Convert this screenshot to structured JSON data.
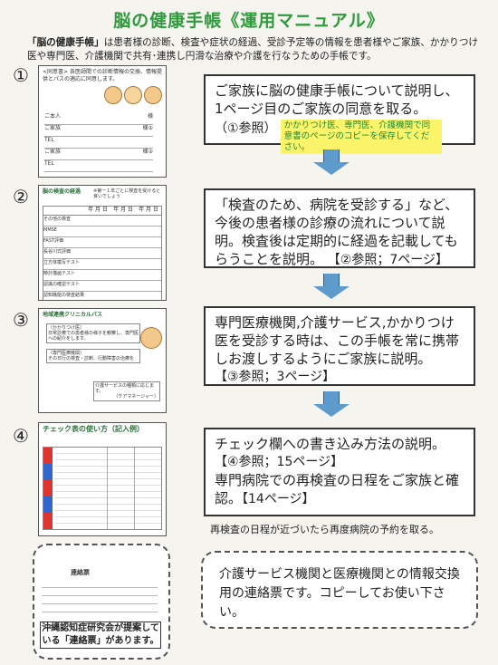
{
  "title": "脳の健康手帳《運用マニュアル》",
  "intro": {
    "lead": "「脳の健康手帳」",
    "body": "は患者様の診断、検査や症状の経過、受診予定等の情報を患者様やご家族、かかりつけ医や専門医、介護機関で共有･連携し円滑な治療や介護を行なうための手帳です。"
  },
  "steps": [
    {
      "number": "①",
      "text": "ご家族に脳の健康手帳について説明し、1ページ目のご家族の同意を取る。",
      "ref": "（①参照）",
      "note": "かかりつけ医、専門医、介護機関で同意書のページのコピーを保存してください。",
      "thumb": {
        "header": "<同意書> 各医師間での診断情報の交換、情報提供とパスの適応に同意します。",
        "rows": [
          {
            "label": "ご本人",
            "suffix": "様"
          },
          {
            "label": "ご家族",
            "suffix": "様①"
          },
          {
            "label": "TEL",
            "suffix": ""
          },
          {
            "label": "ご家族",
            "suffix": "様②"
          },
          {
            "label": "TEL",
            "suffix": ""
          }
        ]
      }
    },
    {
      "number": "②",
      "text": "「検査のため、病院を受診する」など、今後の患者様の診療の流れについて説明。検査後は定期的に経過を記載してもらうことを説明。",
      "ref": "【②参照；7ページ】",
      "thumb": {
        "header": "脳の検査の経過",
        "sub": "※第一１年ごとに検査を受けると良いでしょう",
        "cols": [
          "年 月 日",
          "年 月 日",
          "年 月 日"
        ],
        "rows": [
          "その他の検査",
          "MMSE",
          "FAST評価",
          "長谷川式評価",
          "立方体模写テスト",
          "時計描画テスト",
          "認識の確認テスト",
          "認知機能の検査結果"
        ]
      }
    },
    {
      "number": "③",
      "text": "専門医療機関,介護サービス,かかりつけ医を受診する時は、この手帳を常に携帯しお渡しするようにご家族に説明。",
      "ref": "【③参照；3ページ】",
      "thumb": {
        "header": "地域連携クリニカルパス",
        "doctor": "（かかりつけ医）",
        "doctor_text": "日常診療での患者様の様子を観察し、専門医への紹介をします。",
        "specialist": "（専門医療機関）",
        "specialist_text": "その日行の検査・診断、行動障害の治療を",
        "care_text": "介護サービスの種類に応じます。",
        "care_label": "（ケアマネージャー）"
      }
    },
    {
      "number": "④",
      "text": "チェック欄への書き込み方法の説明。",
      "ref": "【④参照；15ページ】",
      "text2": "専門病院での再検査の日程をご家族と確認。",
      "ref2": "【14ページ】",
      "thumb": {
        "header": "チェック表の使い方（記入例）"
      },
      "caption": "再検査の日程が近づいたら再度病院の予約を取る。"
    }
  ],
  "bottom": {
    "thumb_title": "連絡票",
    "thumb_note": "沖縄認知症研究会が提案している「連絡票」があります。",
    "text": "介護サービス機関と医療機関との情報交換用の連絡票です。コピーしてお使い下さい。"
  },
  "colors": {
    "title": "#2e9a3c",
    "note_bg": "#fbf46a",
    "note_text": "#1c8c32",
    "arrow": "#5e9bcc"
  }
}
